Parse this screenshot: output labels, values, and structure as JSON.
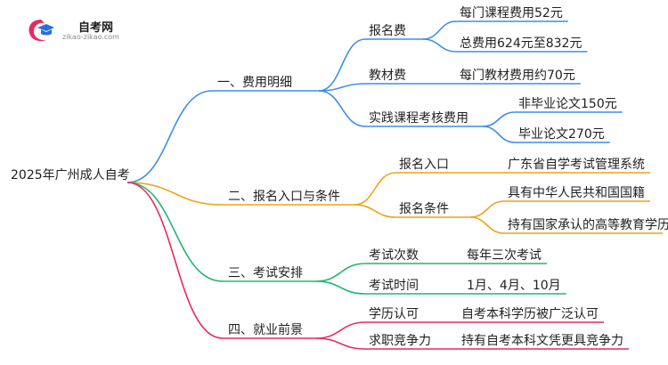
{
  "logo": {
    "title": "自考网",
    "subtitle": "zikao-zikao.com"
  },
  "colors": {
    "blue": "#3d8ee8",
    "orange": "#f0a21a",
    "green": "#22b573",
    "pink": "#e8295d",
    "root_stem": "#444444"
  },
  "root": {
    "label": "2025年广州成人自考"
  },
  "branches": [
    {
      "label": "一、费用明细",
      "color": "blue",
      "children": [
        {
          "label": "报名费",
          "children": [
            "每门课程费用52元",
            "总费用624元至832元"
          ]
        },
        {
          "label": "教材费",
          "children": [
            "每门教材费用约70元"
          ]
        },
        {
          "label": "实践课程考核费用",
          "children": [
            "非毕业论文150元",
            "毕业论文270元"
          ]
        }
      ]
    },
    {
      "label": "二、报名入口与条件",
      "color": "orange",
      "children": [
        {
          "label": "报名入口",
          "children": [
            "广东省自学考试管理系统"
          ]
        },
        {
          "label": "报名条件",
          "children": [
            "具有中华人民共和国国籍",
            "持有国家承认的高等教育学历"
          ]
        }
      ]
    },
    {
      "label": "三、考试安排",
      "color": "green",
      "children": [
        {
          "label": "考试次数",
          "children": [
            "每年三次考试"
          ]
        },
        {
          "label": "考试时间",
          "children": [
            "1月、4月、10月"
          ]
        }
      ]
    },
    {
      "label": "四、就业前景",
      "color": "pink",
      "children": [
        {
          "label": "学历认可",
          "children": [
            "自考本科学历被广泛认可"
          ]
        },
        {
          "label": "求职竞争力",
          "children": [
            "持有自考本科文凭更具竞争力"
          ]
        }
      ]
    }
  ]
}
